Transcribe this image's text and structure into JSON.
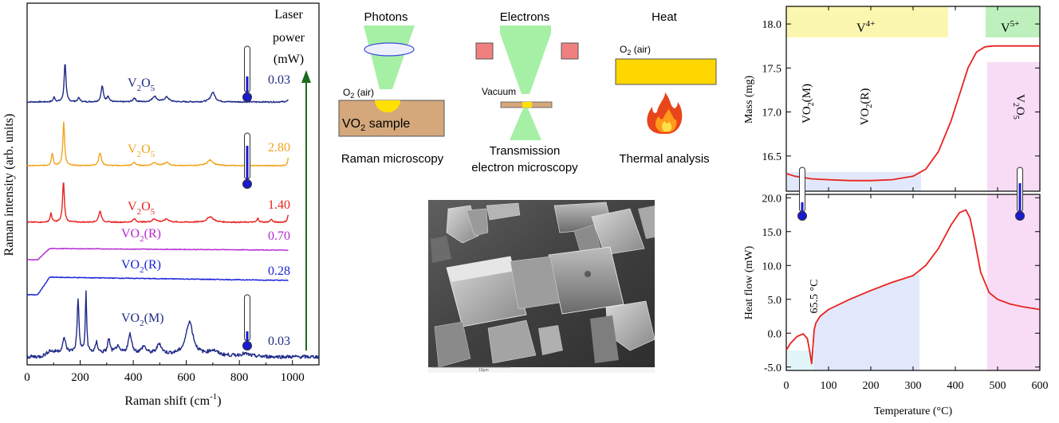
{
  "raman": {
    "ylabel": "Raman intensity (arb. units)",
    "xlabel_pre": "Raman shift  (cm",
    "xlabel_sup": "-1",
    "xlabel_post": ")",
    "power_title": [
      "Laser",
      "power",
      "(mW)"
    ],
    "xticks": [
      "0",
      "200",
      "400",
      "600",
      "800",
      "1000"
    ],
    "spectra": [
      {
        "label_main": "V",
        "label_sub1": "2",
        "label_mid": "O",
        "label_sub2": "5",
        "power": "0.03",
        "color": "#1f2a87"
      },
      {
        "label_main": "V",
        "label_sub1": "2",
        "label_mid": "O",
        "label_sub2": "5",
        "power": "2.80",
        "color": "#f2a31c"
      },
      {
        "label_main": "V",
        "label_sub1": "2",
        "label_mid": "O",
        "label_sub2": "5",
        "power": "1.40",
        "color": "#e8231f"
      },
      {
        "label_main": "VO",
        "label_sub1": "2",
        "label_mid": "(R)",
        "label_sub2": "",
        "power": "0.70",
        "color": "#b627d0"
      },
      {
        "label_main": "VO",
        "label_sub1": "2",
        "label_mid": "(R)",
        "label_sub2": "",
        "power": "0.28",
        "color": "#1a22d8"
      },
      {
        "label_main": "VO",
        "label_sub1": "2",
        "label_mid": "(M)",
        "label_sub2": "",
        "power": "0.03",
        "color": "#1f2a87"
      }
    ],
    "arrow_color": "#1c6b1c"
  },
  "schematic": {
    "photons_title": "Photons",
    "electrons_title": "Electrons",
    "heat_title": "Heat",
    "o2_left": "O",
    "o2_left_sub": "2",
    "o2_left_post": " (air)",
    "sample_label": "VO",
    "sample_label_sub": "2",
    "sample_label_post": " sample",
    "vacuum": "Vacuum",
    "o2_right": "O",
    "o2_right_sub": "2",
    "o2_right_post": " (air)",
    "caption_raman": "Raman microscopy",
    "caption_tem_1": "Transmission",
    "caption_tem_2": "electron microscopy",
    "caption_thermal": "Thermal analysis",
    "sem_scale_label": "10μm"
  },
  "thermal": {
    "xlabel": "Temperature (°C)",
    "xticks": [
      "0",
      "100",
      "200",
      "300",
      "400",
      "500",
      "600"
    ],
    "mass_ylabel": "Mass (mg)",
    "mass_yticks": [
      "16.5",
      "17.0",
      "17.5",
      "18.0"
    ],
    "heat_ylabel": "Heat flow (mW)",
    "heat_yticks": [
      "-5.0",
      "0.0",
      "5.0",
      "10.0",
      "15.0",
      "20.0"
    ],
    "v4_main": "V",
    "v4_sup": "4+",
    "v5_main": "V",
    "v5_sup": "5+",
    "label_vo2m_main": "VO",
    "label_vo2m_sub": "2",
    "label_vo2m_post": "(M)",
    "label_vo2r_main": "VO",
    "label_vo2r_sub": "2",
    "label_vo2r_post": "(R)",
    "label_v2o5_a": "V",
    "label_v2o5_sub1": "2",
    "label_v2o5_b": "O",
    "label_v2o5_sub2": "5",
    "transition_label": "65.5 °C",
    "curve_color": "#e8231f"
  },
  "chart_data": [
    {
      "type": "line",
      "title": "",
      "xlabel": "Raman shift  (cm-1)",
      "ylabel": "Raman intensity (arb. units)",
      "xlim": [
        0,
        1100
      ],
      "series": [
        {
          "name": "V2O5 0.03 mW",
          "peaks_x": [
            102,
            143,
            195,
            283,
            305,
            404,
            480,
            526,
            700,
            994
          ]
        },
        {
          "name": "V2O5 2.80 mW",
          "peaks_x": [
            95,
            138,
            275,
            690,
            985
          ]
        },
        {
          "name": "V2O5 1.40 mW",
          "peaks_x": [
            90,
            137,
            275,
            690,
            870,
            985
          ]
        },
        {
          "name": "VO2(R) 0.70 mW",
          "peaks_x": []
        },
        {
          "name": "VO2(R) 0.28 mW",
          "peaks_x": []
        },
        {
          "name": "VO2(M) 0.03 mW",
          "peaks_x": [
            140,
            192,
            222,
            262,
            308,
            388,
            498,
            612
          ]
        }
      ]
    },
    {
      "type": "line",
      "title": "",
      "xlabel": "Temperature (°C)",
      "ylabel": "Mass (mg)",
      "xlim": [
        0,
        600
      ],
      "ylim": [
        16.1,
        18.2
      ],
      "series": [
        {
          "name": "Mass",
          "x": [
            0,
            20,
            60,
            100,
            150,
            200,
            250,
            300,
            330,
            360,
            390,
            410,
            430,
            450,
            470,
            490,
            520,
            560,
            600
          ],
          "y": [
            16.3,
            16.27,
            16.24,
            16.23,
            16.22,
            16.22,
            16.23,
            16.27,
            16.35,
            16.55,
            16.9,
            17.2,
            17.5,
            17.68,
            17.74,
            17.75,
            17.75,
            17.75,
            17.75
          ]
        }
      ]
    },
    {
      "type": "line",
      "title": "",
      "xlabel": "Temperature (°C)",
      "ylabel": "Heat flow (mW)",
      "xlim": [
        0,
        600
      ],
      "ylim": [
        -5.5,
        20.5
      ],
      "series": [
        {
          "name": "Heat flow",
          "x": [
            0,
            10,
            25,
            40,
            50,
            55,
            60,
            63,
            66,
            70,
            80,
            100,
            150,
            200,
            250,
            300,
            330,
            360,
            390,
            410,
            425,
            435,
            445,
            460,
            480,
            500,
            530,
            560,
            600
          ],
          "y": [
            -2.5,
            -1.5,
            -0.5,
            -0.1,
            -0.8,
            -2.5,
            -4.5,
            -2.0,
            0.5,
            1.5,
            2.5,
            3.5,
            5.0,
            6.3,
            7.5,
            8.5,
            10.0,
            12.5,
            16.0,
            17.8,
            18.2,
            17.0,
            14.0,
            9.0,
            6.0,
            5.0,
            4.3,
            3.9,
            3.5
          ]
        }
      ]
    }
  ]
}
